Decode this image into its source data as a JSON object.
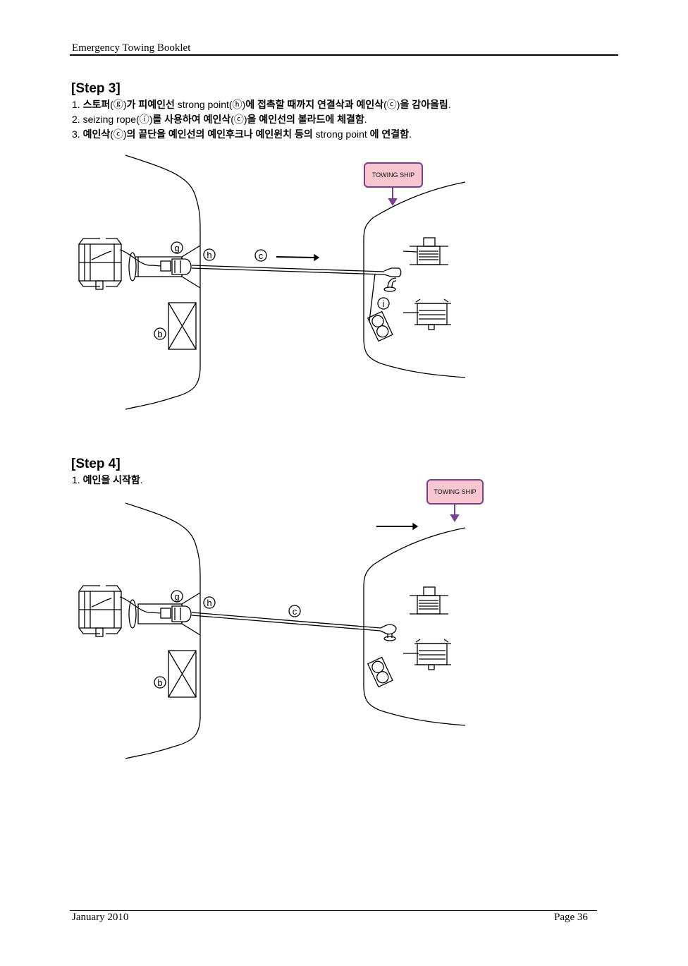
{
  "header": {
    "title": "Emergency Towing Booklet"
  },
  "footer": {
    "date": "January 2010",
    "page": "Page 36"
  },
  "steps": [
    {
      "title": "[Step 3]",
      "instructions": [
        {
          "num": "1.",
          "parts": [
            "스토퍼",
            "(ⓖ)",
            "가 피예인선",
            " strong point(ⓗ)",
            "에 접촉할 때까지 연결삭과 예인삭",
            "(ⓒ)",
            "을 감아올림",
            "."
          ]
        },
        {
          "num": "2.",
          "parts": [
            " seizing rope(ⓘ)",
            "를 사용하여 예인삭",
            "(ⓒ)",
            "을 예인선의 볼라드에 체결함",
            "."
          ]
        },
        {
          "num": "3.",
          "parts": [
            "예인삭",
            "(ⓒ)",
            "의 끝단을 예인선의 예인후크나 예인윈치 등의",
            " strong point ",
            "에 연결함",
            "."
          ]
        }
      ],
      "diagram": {
        "ship_label": "TOWING SHIP",
        "callouts": {
          "g": "g",
          "h": "h",
          "c": "c",
          "b": "b",
          "i": "i"
        }
      }
    },
    {
      "title": "[Step 4]",
      "instructions": [
        {
          "num": "1.",
          "parts": [
            "예인을 시작함",
            "."
          ]
        }
      ],
      "diagram": {
        "ship_label": "TOWING SHIP",
        "callouts": {
          "g": "g",
          "h": "h",
          "c": "c",
          "b": "b"
        }
      }
    }
  ],
  "colors": {
    "label_fill": "#f7c6cf",
    "label_border": "#7a3f93",
    "arrow": "#7a3f93"
  }
}
